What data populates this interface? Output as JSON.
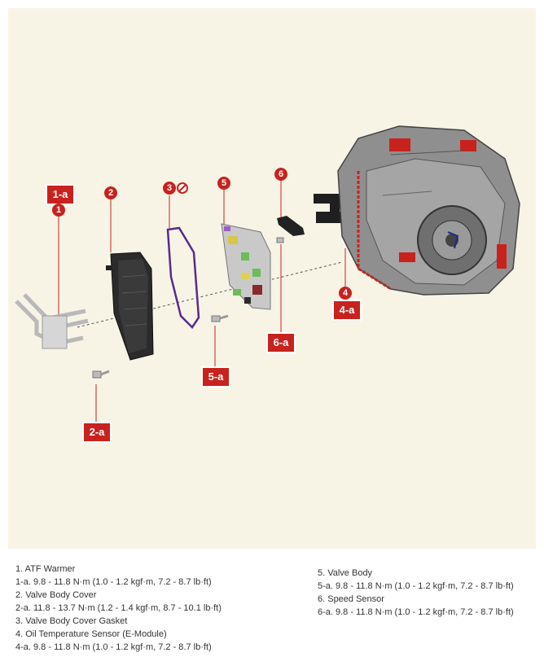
{
  "callouts": {
    "c1": "1",
    "c2": "2",
    "c3": "3",
    "c5": "5",
    "c6": "6",
    "c4": "4"
  },
  "tags": {
    "t1a": "1-a",
    "t2a": "2-a",
    "t4a": "4-a",
    "t5a": "5-a",
    "t6a": "6-a"
  },
  "legend_left": [
    "1. ATF Warmer",
    "1-a. 9.8 - 11.8 N·m (1.0 - 1.2 kgf·m, 7.2 - 8.7 lb·ft)",
    "2. Valve Body Cover",
    "2-a. 11.8 - 13.7 N·m (1.2 - 1.4 kgf·m, 8.7 - 10.1 lb·ft)",
    "3. Valve Body Cover Gasket",
    "4. Oil Temperature Sensor (E-Module)",
    "4-a. 9.8 - 11.8 N·m (1.0 - 1.2 kgf·m, 7.2 - 8.7 lb·ft)"
  ],
  "legend_right": [
    "5. Valve Body",
    "5-a. 9.8 - 11.8 N·m (1.0 - 1.2 kgf·m, 7.2 - 8.7 lb·ft)",
    "6. Speed Sensor",
    "6-a. 9.8 - 11.8 N·m (1.0 - 1.2 kgf·m, 7.2 - 8.7 lb·ft)"
  ],
  "colors": {
    "callout_red": "#c8221e",
    "gasket_purple": "#5a2a8c",
    "background": "#f7f4e6"
  },
  "icons": {
    "no_reuse": "prohibited-icon"
  }
}
